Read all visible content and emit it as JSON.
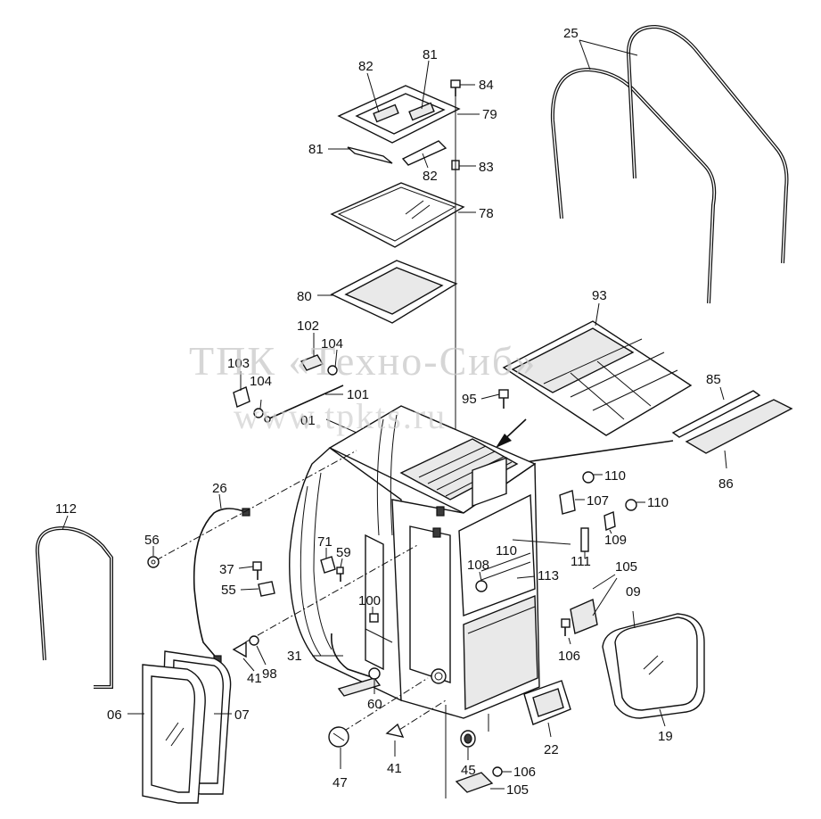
{
  "watermark": {
    "line1": "ТПК «Техно-Сиб»",
    "line2": "www.tpkts.ru"
  },
  "labels": {
    "p01": "01",
    "p06": "06",
    "p07": "07",
    "p09": "09",
    "p19": "19",
    "p22": "22",
    "p25": "25",
    "p26": "26",
    "p31": "31",
    "p37": "37",
    "p41a": "41",
    "p41b": "41",
    "p45": "45",
    "p47": "47",
    "p55": "55",
    "p56": "56",
    "p59": "59",
    "p60": "60",
    "p71": "71",
    "p78": "78",
    "p79": "79",
    "p80": "80",
    "p81a": "81",
    "p81b": "81",
    "p82a": "82",
    "p82b": "82",
    "p83": "83",
    "p84": "84",
    "p85": "85",
    "p86": "86",
    "p93": "93",
    "p95": "95",
    "p98": "98",
    "p100": "100",
    "p101": "101",
    "p102": "102",
    "p103": "103",
    "p104a": "104",
    "p104b": "104",
    "p105a": "105",
    "p105b": "105",
    "p106a": "106",
    "p106b": "106",
    "p107": "107",
    "p108": "108",
    "p109": "109",
    "p110a": "110",
    "p110b": "110",
    "p110c": "110",
    "p111": "111",
    "p112": "112",
    "p113": "113"
  }
}
